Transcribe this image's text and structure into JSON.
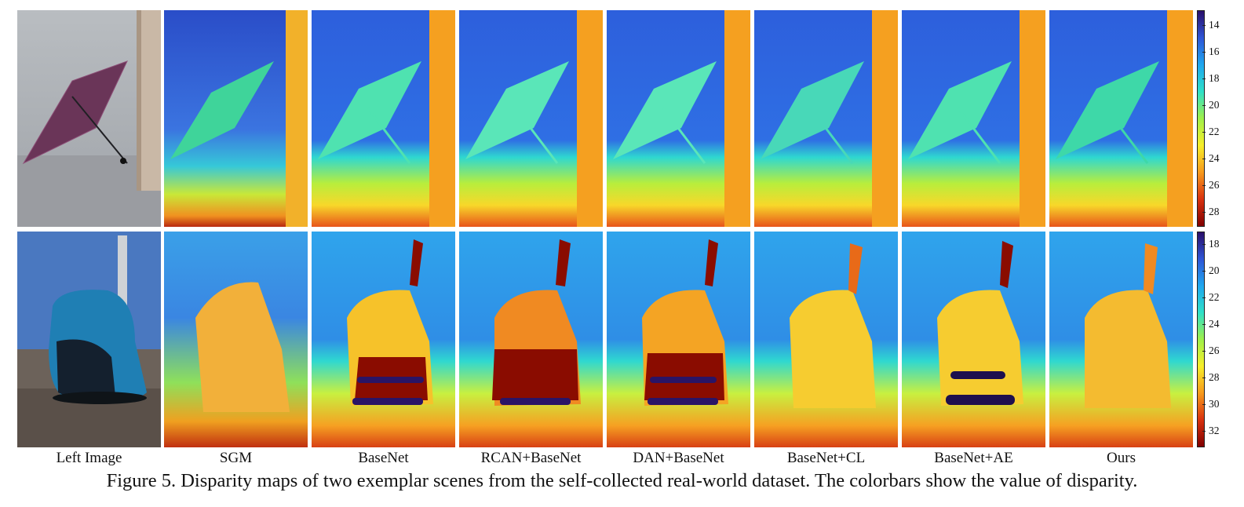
{
  "figure": {
    "column_labels": [
      "Left Image",
      "SGM",
      "BaseNet",
      "RCAN+BaseNet",
      "DAN+BaseNet",
      "BaseNet+CL",
      "BaseNet+AE",
      "Ours"
    ],
    "caption": "Figure 5. Disparity maps of two exemplar scenes from the self-collected real-world dataset. The colorbars show the value of disparity.",
    "rows": [
      {
        "scene": "umbrella",
        "colorbar_ticks": [
          "14",
          "16",
          "18",
          "20",
          "22",
          "24",
          "26",
          "28"
        ]
      },
      {
        "scene": "backpack",
        "colorbar_ticks": [
          "18",
          "20",
          "22",
          "24",
          "26",
          "28",
          "30",
          "32"
        ]
      }
    ],
    "colormap": [
      "#2a0f6a",
      "#2f55d6",
      "#1fa7f0",
      "#2fe0c8",
      "#9ff04a",
      "#f7ee2a",
      "#f89a1c",
      "#d9320f",
      "#800000"
    ]
  }
}
